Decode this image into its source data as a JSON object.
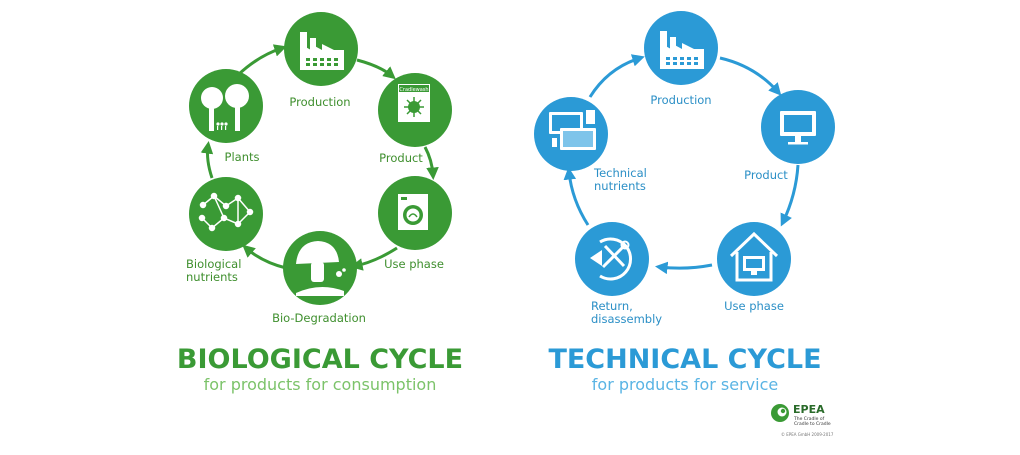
{
  "biological": {
    "color": "#3a9a35",
    "title": "BIOLOGICAL CYCLE",
    "subtitle": "for products for consumption",
    "nodes": {
      "production": "Production",
      "product": "Product",
      "product_badge": "Cradlewash",
      "use": "Use phase",
      "degradation": "Bio-Degradation",
      "nutrients_line1": "Biological",
      "nutrients_line2": "nutrients",
      "plants": "Plants"
    },
    "icons": [
      "factory-icon",
      "washing-powder-box-icon",
      "washing-machine-icon",
      "mushroom-icon",
      "molecule-icon",
      "trees-icon"
    ]
  },
  "technical": {
    "color": "#2b9ad6",
    "title": "TECHNICAL CYCLE",
    "subtitle": "for products for service",
    "nodes": {
      "production": "Production",
      "product": "Product",
      "use": "Use phase",
      "return_line1": "Return,",
      "return_line2": "disassembly",
      "nutrients_line1": "Technical",
      "nutrients_line2": "nutrients"
    },
    "icons": [
      "factory-icon",
      "monitor-icon",
      "house-monitor-icon",
      "tools-return-icon",
      "components-icon"
    ]
  },
  "logo": {
    "name": "EPEA",
    "tag_line1": "The Cradle of",
    "tag_line2": "Cradle to Cradle",
    "copyright": "© EPEA GmbH 2009-2017"
  }
}
